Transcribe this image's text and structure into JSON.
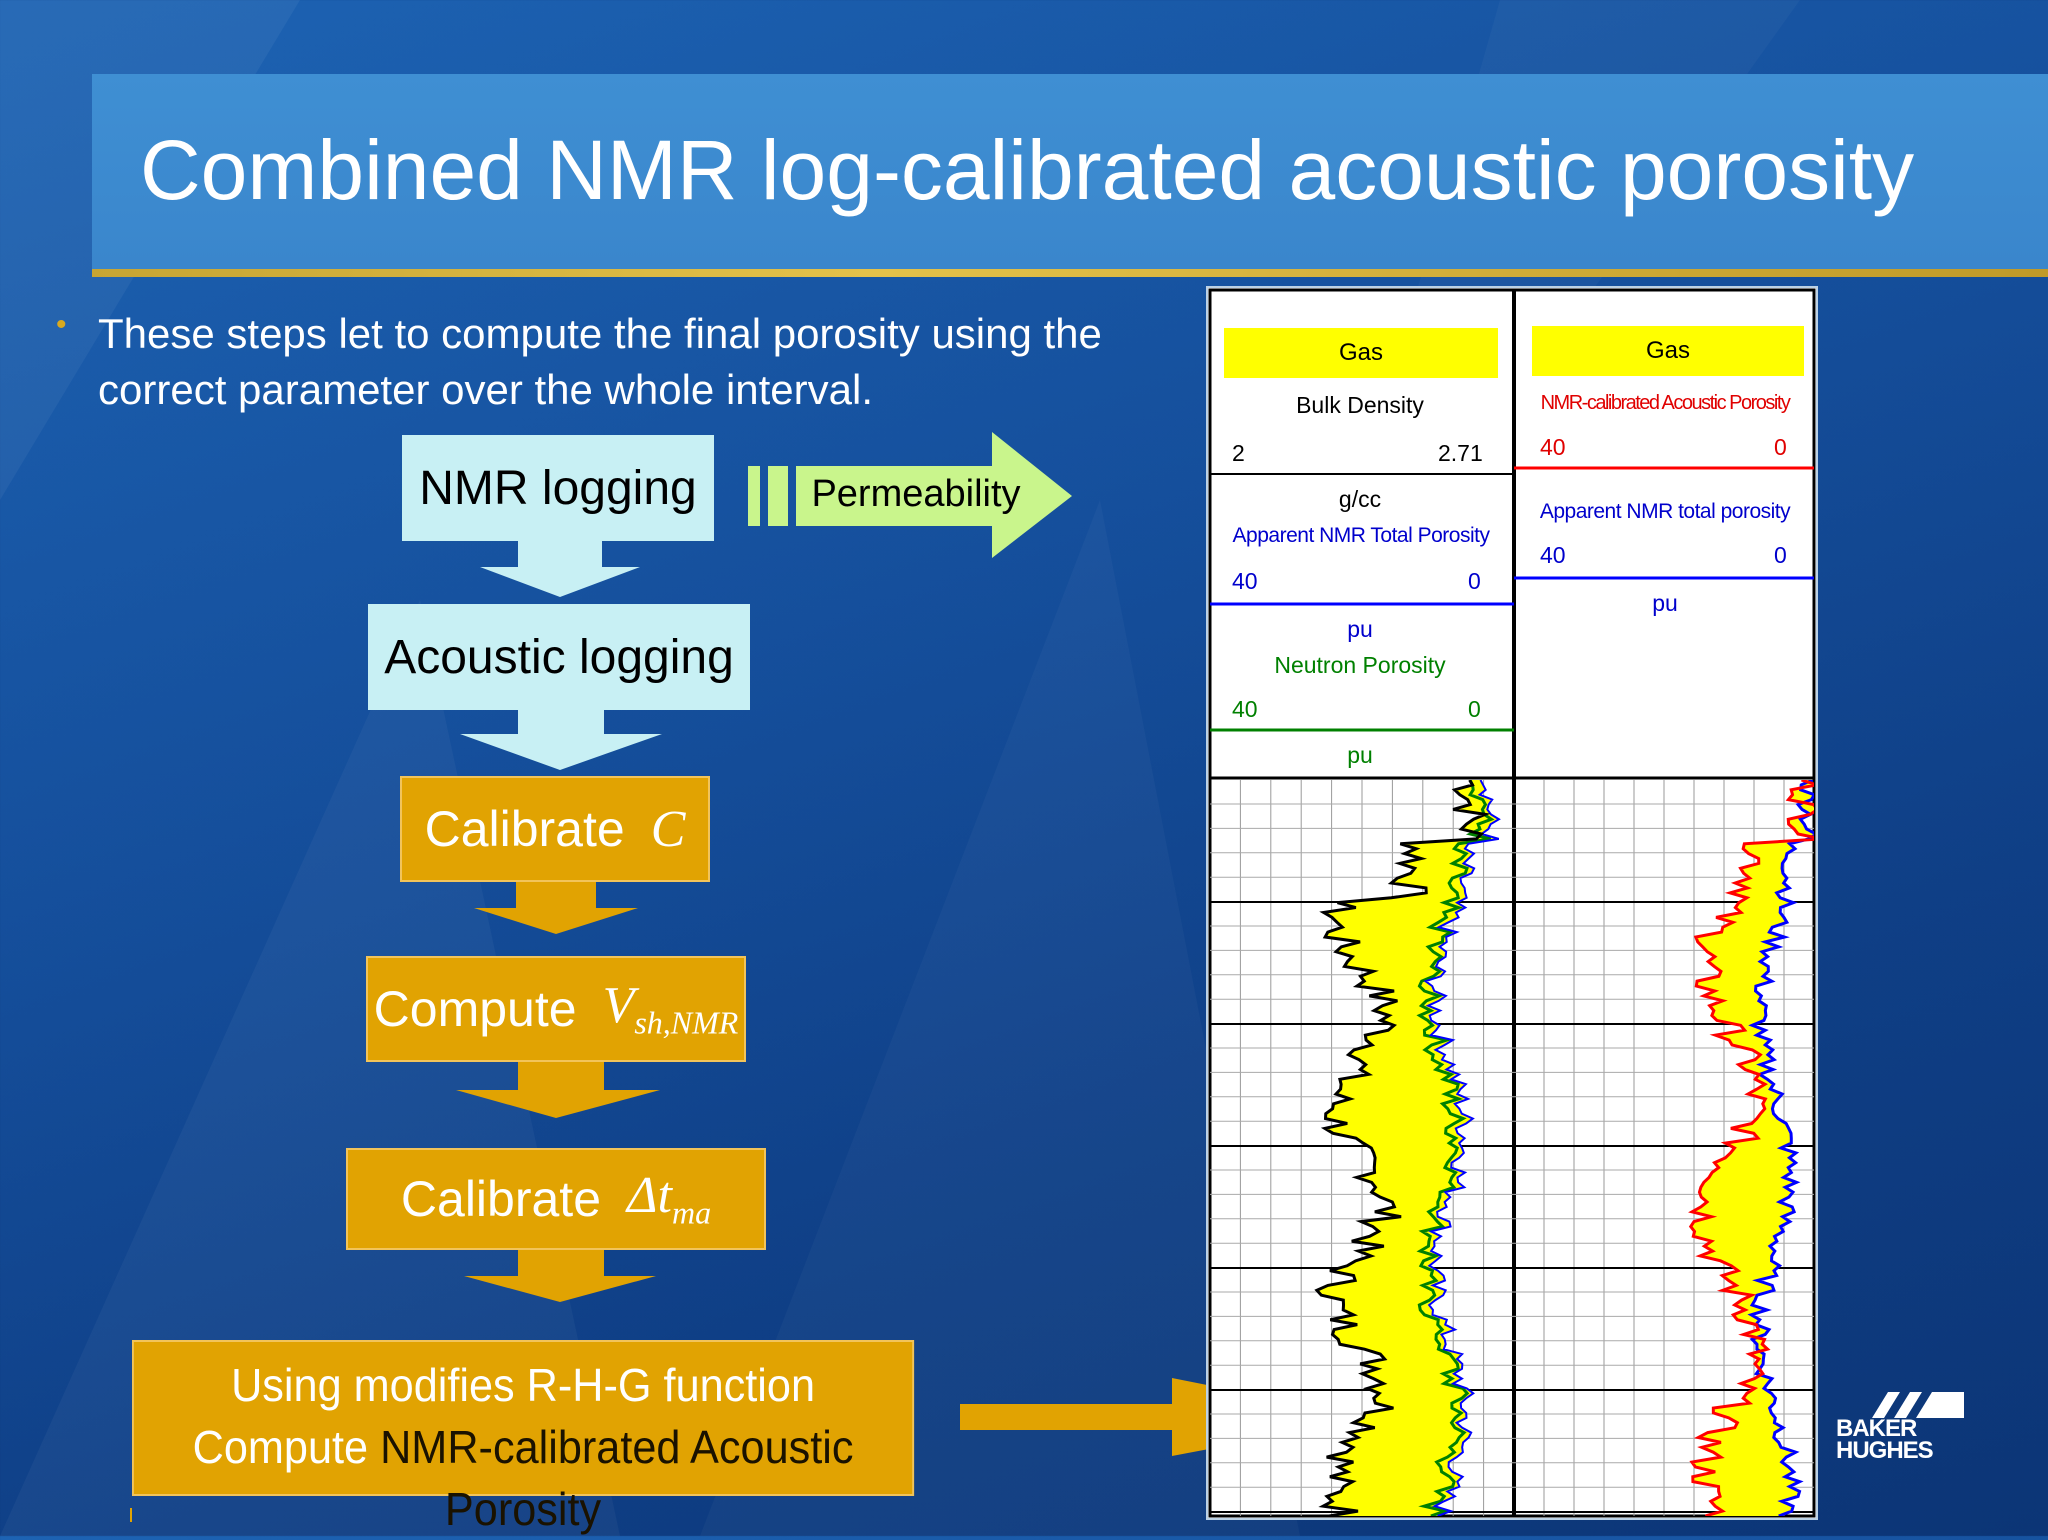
{
  "slide": {
    "title": "Combined NMR log-calibrated acoustic porosity",
    "bullet": "These steps let to compute the final porosity using the correct parameter over the whole interval.",
    "brand_text": "BAKER HUGHES"
  },
  "flow": {
    "nmr_logging": "NMR logging",
    "permeability": "Permeability",
    "acoustic_logging": "Acoustic logging",
    "calibrate_c_label": "Calibrate",
    "calibrate_c_var": "C",
    "compute_label": "Compute",
    "compute_var": "V",
    "compute_sub": "sh,NMR",
    "calibrate_dt_label": "Calibrate",
    "calibrate_dt_var": "Δt",
    "calibrate_dt_sub": "ma",
    "final_line1": "Using modifies R-H-G function",
    "final_line2_prefix": "Compute",
    "final_line2_highlight": "NMR-calibrated Acoustic Porosity"
  },
  "log_header": {
    "track1": {
      "gas": "Gas",
      "bulk_density": "Bulk Density",
      "bd_min": "2",
      "bd_max": "2.71",
      "bd_unit": "g/cc",
      "nmr_total": "Apparent NMR Total Porosity",
      "nmr_min": "40",
      "nmr_max": "0",
      "nmr_unit": "pu",
      "neutron": "Neutron Porosity",
      "neutron_min": "40",
      "neutron_max": "0",
      "neutron_unit": "pu"
    },
    "track2": {
      "gas": "Gas",
      "nmr_acoustic": "NMR-calibrated Acoustic Porosity",
      "nac_min": "40",
      "nac_max": "0",
      "nmr_total": "Apparent NMR total porosity",
      "nmr_min": "40",
      "nmr_max": "0",
      "nmr_unit": "pu"
    }
  },
  "colors": {
    "light_box": "#c8f0f4",
    "orange_box": "#e1a302",
    "permeability_box": "#c9f58c",
    "gas_fill": "#ffff00",
    "curve_black": "#000000",
    "curve_blue": "#0000ff",
    "curve_green": "#008000",
    "curve_red": "#ff0000"
  }
}
